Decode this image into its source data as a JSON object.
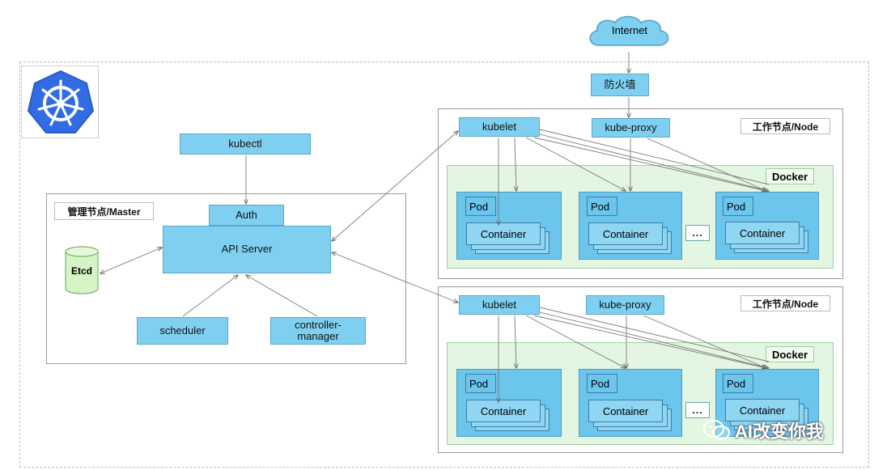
{
  "internet": "Internet",
  "firewall": "防火墙",
  "master": {
    "title": "管理节点/Master",
    "kubectl": "kubectl",
    "auth": "Auth",
    "api_server": "API Server",
    "etcd": "Etcd",
    "scheduler": "scheduler",
    "controller_manager": "controller-manager"
  },
  "nodes": [
    {
      "title": "工作节点/Node",
      "kubelet": "kubelet",
      "kube_proxy": "kube-proxy",
      "docker": "Docker",
      "pods": [
        {
          "label": "Pod",
          "container": "Container"
        },
        {
          "label": "Pod",
          "container": "Container"
        },
        {
          "label": "Pod",
          "container": "Container"
        }
      ],
      "ellipsis": "..."
    },
    {
      "title": "工作节点/Node",
      "kubelet": "kubelet",
      "kube_proxy": "kube-proxy",
      "docker": "Docker",
      "pods": [
        {
          "label": "Pod",
          "container": "Container"
        },
        {
          "label": "Pod",
          "container": "Container"
        },
        {
          "label": "Pod",
          "container": "Container"
        }
      ],
      "ellipsis": "..."
    }
  ],
  "watermark": "AI改变你我",
  "colors": {
    "component_blue": "#7fd0f0",
    "pod_blue": "#6cc5ec",
    "docker_green": "#e3f6e2",
    "etcd_green": "#d6f5c6",
    "logo_blue": "#326ce5"
  },
  "icons": {
    "logo": "kubernetes-helm-wheel-icon",
    "internet": "cloud-icon",
    "etcd": "database-cylinder-icon",
    "watermark": "wechat-icon"
  }
}
